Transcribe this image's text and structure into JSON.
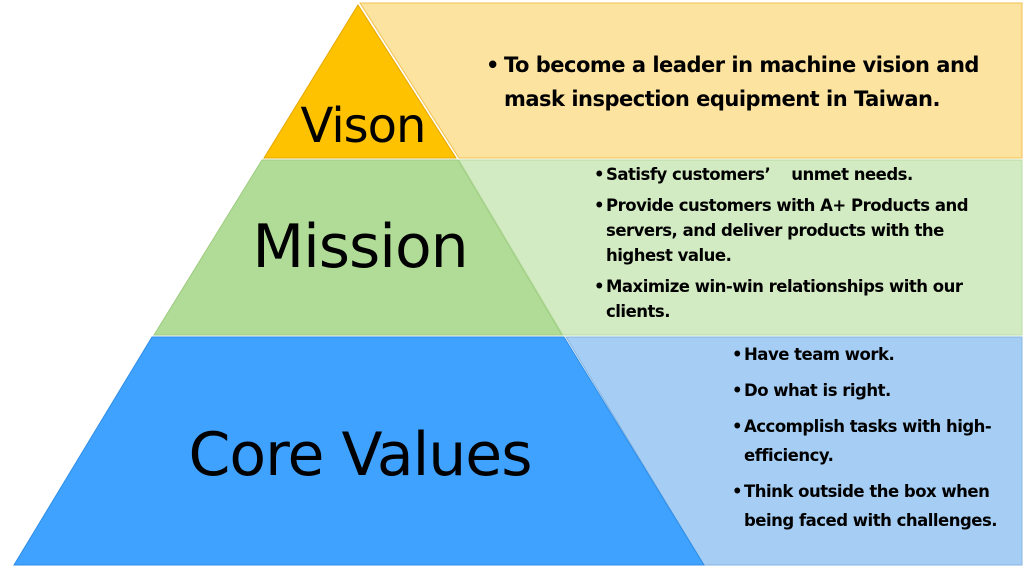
{
  "tiers": {
    "vision": {
      "label": "Vison",
      "color": "#FFC200",
      "panel_color": "#FCE3A0",
      "items": [
        "To become a leader in machine vision and mask inspection equipment in Taiwan."
      ]
    },
    "mission": {
      "label": "Mission",
      "color": "#B1DC97",
      "panel_color": "#D3EBC3",
      "items": [
        "Satisfy customers’    unmet needs.",
        "Provide customers with A+ Products and servers, and deliver products with the highest value.",
        "Maximize win-win relationships with our clients."
      ]
    },
    "core_values": {
      "label": "Core Values",
      "color": "#3FA2FE",
      "panel_color": "#A6CEF4",
      "items": [
        "Have team work.",
        "Do what is right.",
        "Accomplish tasks with high-efficiency.",
        "Think outside the box when being faced with challenges."
      ]
    }
  }
}
